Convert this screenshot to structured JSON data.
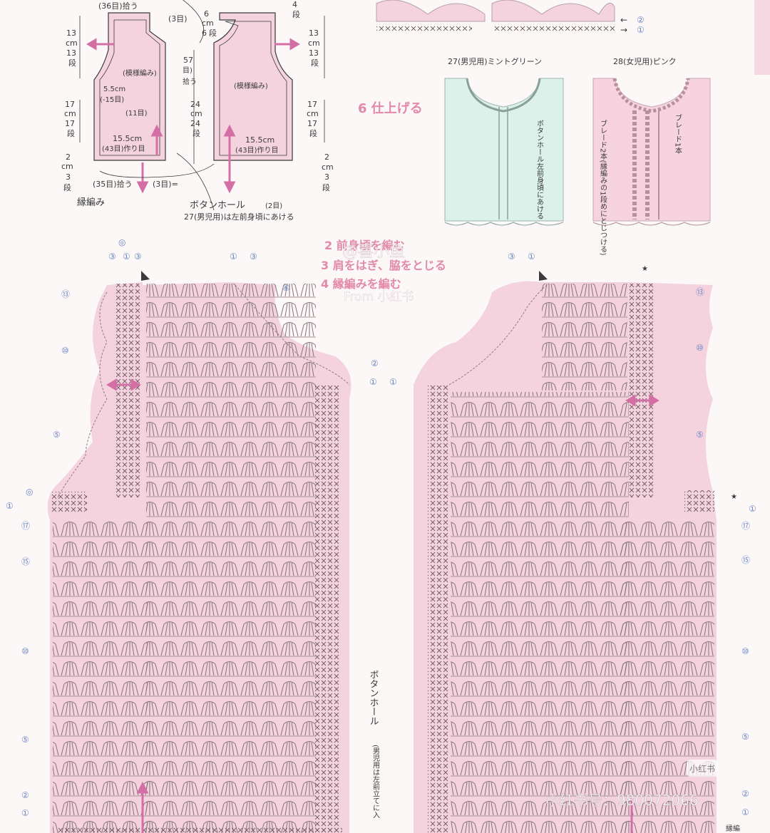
{
  "schematic": {
    "top_left_label": "(36目)拾う",
    "back_neck_label": "(3目)",
    "center_6": "6",
    "center_cm": "cm",
    "center_6_dan": "6",
    "center_dan": "段",
    "right_4": "4",
    "right_dan": "段",
    "left_13": "13",
    "left_cm": "cm",
    "left_13_dan": "13",
    "left_dan": "段",
    "right_13": "13",
    "right_cm": "cm",
    "right_13_dan": "13",
    "right_dan2": "段",
    "pattern_left": "(模様編み)",
    "pattern_right": "(模様編み)",
    "w55": "5.5cm",
    "w55_st": "(-15目)",
    "st11": "(11目)",
    "pick57": "57",
    "pick57_paren": "目)",
    "pick57_hiro": "拾う",
    "c24": "24",
    "c24cm": "cm",
    "c24d": "24",
    "c24dan": "段",
    "left_17": "17",
    "left_17cm": "cm",
    "left_17d": "17",
    "left_17dan": "段",
    "right_17": "17",
    "right_17cm": "cm",
    "right_17d": "17",
    "right_17dan": "段",
    "cast_left": "15.5cm",
    "cast_left_st": "(43目)作り目",
    "cast_right": "15.5cm",
    "cast_right_st": "(43目)作り目",
    "left_2": "2",
    "left_2cm": "cm",
    "left_3": "3",
    "left_3dan": "段",
    "right_2": "2",
    "right_2cm": "cm",
    "right_3": "3",
    "right_3dan": "段",
    "pick35": "(35目)拾う",
    "st3": "(3目)=",
    "edging": "縁編み",
    "buttonhole": "ボタンホール",
    "buttonhole_st": "(2目)",
    "buttonhole_note": "27(男児用)は左前身頃にあける"
  },
  "finishing": {
    "step6": "6 仕上げる",
    "boy_title": "27(男児用)ミントグリーン",
    "girl_title": "28(女児用)ピンク",
    "boy_note": "ボタンホール左前身頃にあける",
    "girl_braid2": "ブレード2本(縁編みの1段めにとじつける)",
    "girl_braid1": "ブレード1本"
  },
  "steps": {
    "s2": "2 前身頃を編む",
    "s3": "3 肩をはぎ、脇をとじる",
    "s4": "4 縁編みを編む"
  },
  "chart": {
    "r13": "⑬",
    "r10": "⑩",
    "r5": "⑤",
    "r17": "⑰",
    "r15": "⑮",
    "r2": "②",
    "r1": "①",
    "r3": "③",
    "r6": "⑥",
    "circle": "◎",
    "star": "★",
    "buttonhole_vertical": "ボタンホール",
    "buttonhole_vertical_note": "(男児用は左前立てに入",
    "edge_label": "縁編",
    "top_r2": "②",
    "top_r1": "①"
  },
  "watermark": {
    "top": "@喜小鱼",
    "from": "From 小红书",
    "badge": "小红书",
    "id": "小红书号：980072066"
  },
  "colors": {
    "pink_fill": "#f4d3df",
    "pink_accent": "#d879a6",
    "mint": "#dcf1ea",
    "arrow_pink": "#d46fa5",
    "blue_num": "#6f86c2"
  }
}
